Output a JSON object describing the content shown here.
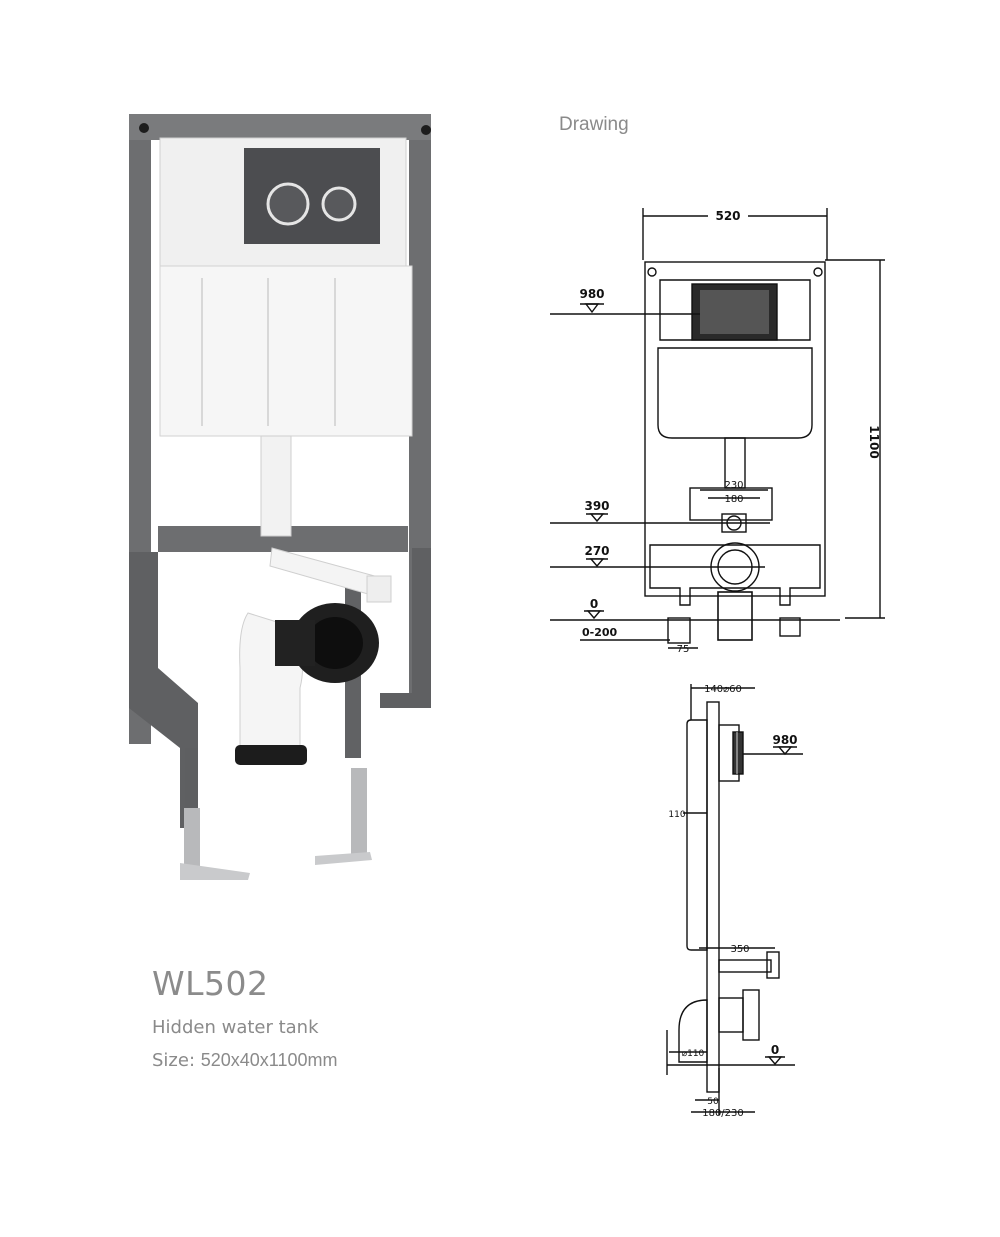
{
  "section_label": "Drawing",
  "product": {
    "model": "WL502",
    "description": "Hidden water tank",
    "size_label": "Size:",
    "size_value": "520x40x1100mm"
  },
  "front_drawing": {
    "width_dim": "520",
    "height_dim": "1100",
    "level_980": "980",
    "level_390": "390",
    "level_270": "270",
    "level_0": "0",
    "range_0_200": "0-200",
    "dim_230": "230",
    "dim_180": "180",
    "dim_75": "75"
  },
  "side_drawing": {
    "dim_140_60": "140⌀60",
    "level_980": "980",
    "dim_110": "110",
    "dim_350": "350",
    "dim_d110": "⌀110",
    "level_0": "0",
    "dim_50": "50",
    "dim_180_230": "180/230"
  }
}
